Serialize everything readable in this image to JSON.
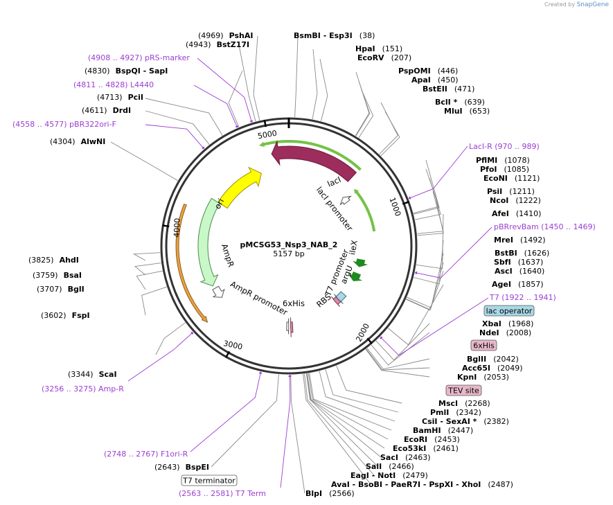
{
  "credit": {
    "prefix": "Created by",
    "brand": "SnapGene"
  },
  "plasmid": {
    "name": "pMCSG53_Nsp3_NAB_2",
    "size_text": "5157 bp",
    "length": 5157
  },
  "ticks": [
    {
      "bp": 1000,
      "label": "1000"
    },
    {
      "bp": 2000,
      "label": "2000"
    },
    {
      "bp": 3000,
      "label": "3000"
    },
    {
      "bp": 4000,
      "label": "4000"
    },
    {
      "bp": 5000,
      "label": "5000"
    }
  ],
  "site_labels": [
    {
      "name": "PshAI",
      "pos": "(4969)"
    },
    {
      "name": "BstZ17I",
      "pos": "(4943)"
    },
    {
      "name": "BsmBI  -  Esp3I",
      "pos": "(38)"
    },
    {
      "name": "HpaI",
      "pos": "(151)"
    },
    {
      "name": "EcoRV",
      "pos": "(207)"
    },
    {
      "name": "PspOMI",
      "pos": "(446)"
    },
    {
      "name": "ApaI",
      "pos": "(450)"
    },
    {
      "name": "BstEII",
      "pos": "(471)"
    },
    {
      "name": "BclI *",
      "pos": "(639)"
    },
    {
      "name": "MluI",
      "pos": "(653)"
    },
    {
      "name": "BspQI  -  SapI",
      "pos": "(4830)"
    },
    {
      "name": "PciI",
      "pos": "(4713)"
    },
    {
      "name": "DrdI",
      "pos": "(4611)"
    },
    {
      "name": "AlwNI",
      "pos": "(4304)"
    },
    {
      "name": "PflMI",
      "pos": "(1078)"
    },
    {
      "name": "PfoI",
      "pos": "(1085)"
    },
    {
      "name": "EcoNI",
      "pos": "(1121)"
    },
    {
      "name": "PsiI",
      "pos": "(1211)"
    },
    {
      "name": "NcoI",
      "pos": "(1222)"
    },
    {
      "name": "AfeI",
      "pos": "(1410)"
    },
    {
      "name": "MreI",
      "pos": "(1492)"
    },
    {
      "name": "BstBI",
      "pos": "(1626)"
    },
    {
      "name": "SbfI",
      "pos": "(1637)"
    },
    {
      "name": "AscI",
      "pos": "(1640)"
    },
    {
      "name": "AgeI",
      "pos": "(1857)"
    },
    {
      "name": "AhdI",
      "pos": "(3825)"
    },
    {
      "name": "BsaI",
      "pos": "(3759)"
    },
    {
      "name": "BglI",
      "pos": "(3707)"
    },
    {
      "name": "FspI",
      "pos": "(3602)"
    },
    {
      "name": "XbaI",
      "pos": "(1968)"
    },
    {
      "name": "NdeI",
      "pos": "(2008)"
    },
    {
      "name": "BglII",
      "pos": "(2042)"
    },
    {
      "name": "Acc65I",
      "pos": "(2049)"
    },
    {
      "name": "KpnI",
      "pos": "(2053)"
    },
    {
      "name": "ScaI",
      "pos": "(3344)"
    },
    {
      "name": "MscI",
      "pos": "(2268)"
    },
    {
      "name": "PmlI",
      "pos": "(2342)"
    },
    {
      "name": "CsiI  -  SexAI *",
      "pos": "(2382)"
    },
    {
      "name": "BamHI",
      "pos": "(2447)"
    },
    {
      "name": "EcoRI",
      "pos": "(2453)"
    },
    {
      "name": "Eco53kI",
      "pos": "(2461)"
    },
    {
      "name": "SacI",
      "pos": "(2463)"
    },
    {
      "name": "SalI",
      "pos": "(2466)"
    },
    {
      "name": "EagI  -  NotI",
      "pos": "(2479)"
    },
    {
      "name": "AvaI  -  BsoBI  -  PaeR7I  -  PspXI  -  XhoI",
      "pos": "(2487)"
    },
    {
      "name": "BspEI",
      "pos": "(2643)"
    },
    {
      "name": "BlpI",
      "pos": "(2566)"
    }
  ],
  "primer_labels": [
    {
      "text": "(4908 .. 4927)  pRS-marker"
    },
    {
      "text": "(4811 .. 4828)  L4440"
    },
    {
      "text": "(4558 .. 4577)  pBR322ori-F"
    },
    {
      "text": "LacI-R    (970 .. 989)"
    },
    {
      "text": "pBRrevBam    (1450 .. 1469)"
    },
    {
      "text": "T7    (1922 .. 1941)"
    },
    {
      "text": "(3256 .. 3275)  Amp-R"
    },
    {
      "text": "(2748 .. 2767)  F1ori-R"
    },
    {
      "text": "(2563 .. 2581)  T7 Term"
    }
  ],
  "boxed_labels": [
    {
      "text": "lac operator",
      "color": "#a9d8e6"
    },
    {
      "text": "6xHis",
      "color": "#e7b8c9"
    },
    {
      "text": "TEV site",
      "color": "#e7b8c9"
    },
    {
      "text": "T7 terminator",
      "color": "#ffffff"
    }
  ],
  "feature_labels": {
    "lacI": "lacI",
    "lacI_promoter": "lacI promoter",
    "ori": "ori",
    "ampR": "AmpR",
    "ampR_promoter": "AmpR promoter",
    "his": "6xHis",
    "rbs": "RBS",
    "t7_promoter": "T7 promoter",
    "argU": "argU",
    "ileX": "ileX"
  },
  "colors": {
    "lacI": "#9c2d5c",
    "ori": "#ffff00",
    "ampR": "#c8f7c8",
    "primer": "#9b3cd4",
    "tRNA": "#1f8a1f",
    "green_span": "#66bb33",
    "orange_span": "#e8a040",
    "his": "#d88aa8",
    "lac_operator": "#a9d8e6"
  }
}
